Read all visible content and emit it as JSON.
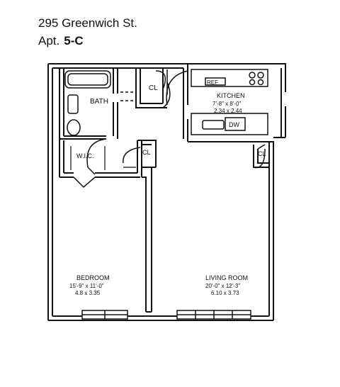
{
  "header": {
    "address": "295 Greenwich St.",
    "apt_label": "Apt.",
    "apt_number": "5-C"
  },
  "rooms": {
    "bath": "BATH",
    "wic": "W.I.C.",
    "closet": "CL",
    "kitchen": {
      "name": "KITCHEN",
      "size_imperial": "7'-8\" x 8'-0\"",
      "size_metric": "2.34 x 2.44"
    },
    "bedroom": {
      "name": "BEDROOM",
      "size_imperial": "15'-9\" x 11'-0\"",
      "size_metric": "4.8 x 3.35"
    },
    "living_room": {
      "name": "LIVING ROOM",
      "size_imperial": "20'-0\" x 12'-3\"",
      "size_metric": "6.10 x 3.73"
    }
  },
  "fixtures": {
    "refrigerator": "REF",
    "dishwasher": "DW"
  },
  "colors": {
    "ink": "#111111",
    "paper": "#ffffff"
  }
}
